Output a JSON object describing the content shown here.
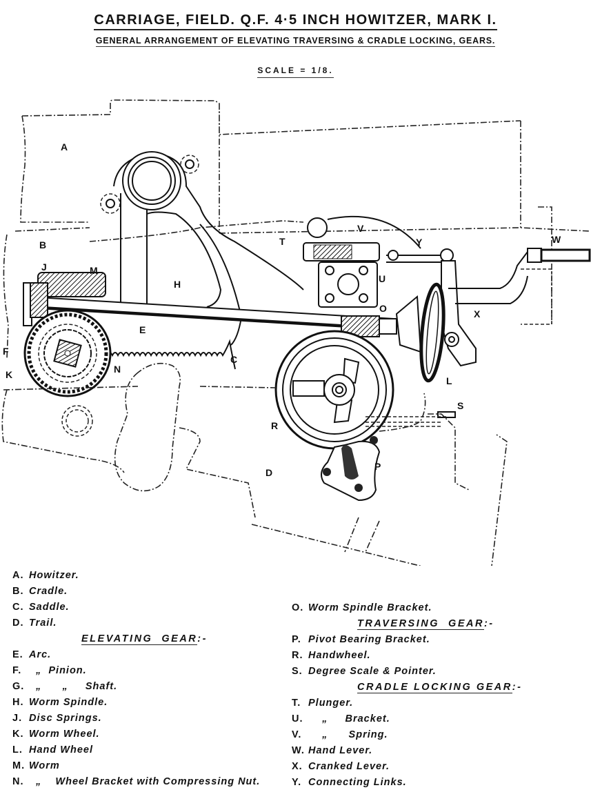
{
  "header": {
    "title": "CARRIAGE, FIELD. Q.F. 4·5 INCH HOWITZER, MARK I.",
    "subtitle": "GENERAL ARRANGEMENT OF ELEVATING TRAVERSING & CRADLE LOCKING, GEARS.",
    "scale": "SCALE = 1/8."
  },
  "drawing_labels": {
    "A": "A",
    "B": "B",
    "C": "C",
    "D": "D",
    "E": "E",
    "F": "F",
    "H": "H",
    "J": "J",
    "K": "K",
    "L": "L",
    "M": "M",
    "N": "N",
    "O": "O",
    "P": "P",
    "R": "R",
    "S": "S",
    "T": "T",
    "U": "U",
    "V": "V",
    "W": "W",
    "X": "X",
    "Y": "Y"
  },
  "legend": {
    "left": [
      {
        "key": "A.",
        "text": "Howitzer."
      },
      {
        "key": "B.",
        "text": "Cradle."
      },
      {
        "key": "C.",
        "text": "Saddle."
      },
      {
        "key": "D.",
        "text": "Trail."
      },
      {
        "heading": "ELEVATING  GEAR",
        "suffix": ":-"
      },
      {
        "key": "E.",
        "text": "Arc."
      },
      {
        "key": "F.",
        "text": "  „  Pinion."
      },
      {
        "key": "G.",
        "text": "  „      „     Shaft."
      },
      {
        "key": "H.",
        "text": "Worm Spindle."
      },
      {
        "key": "J.",
        "text": "Disc Springs."
      },
      {
        "key": "K.",
        "text": "Worm Wheel."
      },
      {
        "key": "L.",
        "text": "Hand Wheel"
      },
      {
        "key": "M.",
        "text": "Worm"
      },
      {
        "key": "N.",
        "text": "  „    Wheel Bracket with Compressing Nut."
      }
    ],
    "right": [
      {
        "key": "O.",
        "text": "Worm Spindle Bracket."
      },
      {
        "heading": "TRAVERSING  GEAR",
        "suffix": ":-"
      },
      {
        "key": "P.",
        "text": "Pivot Bearing Bracket."
      },
      {
        "key": "R.",
        "text": "Handwheel."
      },
      {
        "key": "S.",
        "text": "Degree Scale & Pointer."
      },
      {
        "heading": "CRADLE LOCKING GEAR",
        "suffix": ":-"
      },
      {
        "key": "T.",
        "text": "Plunger."
      },
      {
        "key": "U.",
        "text": "    „     Bracket."
      },
      {
        "key": "V.",
        "text": "    „      Spring."
      },
      {
        "key": "W.",
        "text": "Hand Lever."
      },
      {
        "key": "X.",
        "text": "Cranked Lever."
      },
      {
        "key": "Y.",
        "text": "Connecting Links."
      }
    ]
  }
}
